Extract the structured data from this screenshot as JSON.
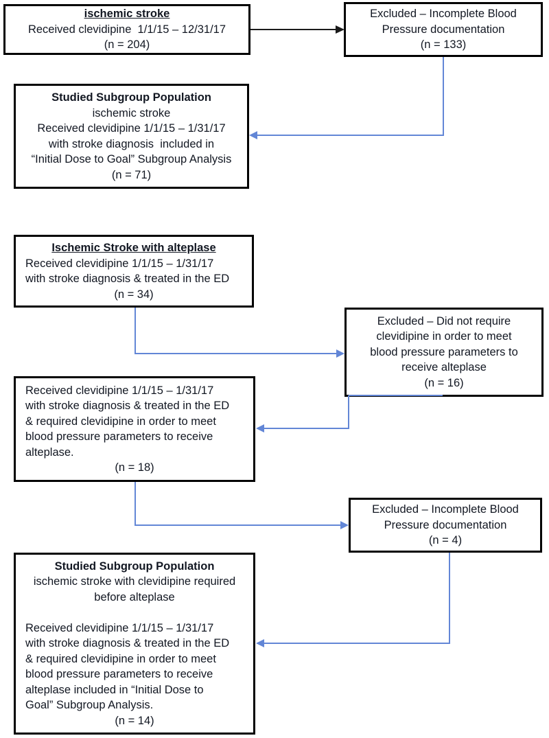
{
  "title": "Clevidipine ischemic stroke subgroup flow diagram",
  "colors": {
    "arrow_blue": "#6286d6",
    "arrow_black": "#1a1a1a",
    "box_border": "#000000",
    "background": "#ffffff",
    "text": "#121722"
  },
  "counts": {
    "cohort": 204,
    "excluded_incomplete_bp": 133,
    "studied_subgroup": 71,
    "alteplase_cohort": 34,
    "excluded_not_required": 16,
    "required_clevidipine": 18,
    "excluded_incomplete_bp_2": 4,
    "final_studied_subgroup": 14
  },
  "boxes": {
    "cohort": {
      "lines": [
        "ischemic stroke",
        "Received clevidipine  1/1/15 – 12/31/17",
        "(n = 204)"
      ]
    },
    "excluded_bp": {
      "lines": [
        "Excluded – Incomplete Blood",
        "Pressure documentation",
        "(n = 133)"
      ]
    },
    "studied_subgroup": {
      "lines": [
        "Studied Subgroup Population",
        "ischemic stroke",
        "Received clevidipine 1/1/15 – 1/31/17",
        "with stroke diagnosis  included in",
        "“Initial Dose to Goal” Subgroup Analysis",
        "(n = 71)"
      ]
    },
    "alteplase_cohort": {
      "lines": [
        "Ischemic Stroke with alteplase",
        "Received clevidipine 1/1/15 – 1/31/17",
        "with stroke diagnosis & treated in the ED",
        "(n = 34)"
      ]
    },
    "excluded_not_required": {
      "lines": [
        "Excluded – Did not require",
        "clevidipine in order to meet",
        "blood pressure parameters to",
        "receive alteplase",
        "(n = 16)"
      ]
    },
    "required_clevidipine": {
      "lines": [
        "Received clevidipine 1/1/15 – 1/31/17",
        "with stroke diagnosis & treated in the ED",
        "& required clevidipine in order to meet",
        "blood pressure parameters to receive",
        "alteplase.",
        "(n = 18)"
      ]
    },
    "excluded_bp_2": {
      "lines": [
        "Excluded – Incomplete Blood",
        "Pressure documentation",
        "(n = 4)"
      ]
    },
    "final_subgroup": {
      "lines": [
        "Studied Subgroup Population",
        "ischemic stroke with clevidipine required",
        "before alteplase",
        "",
        "Received clevidipine 1/1/15 – 1/31/17",
        "with stroke diagnosis & treated in the ED",
        "& required clevidipine in order to meet",
        "blood pressure parameters to receive",
        "alteplase included in “Initial Dose to",
        "Goal” Subgroup Analysis.",
        "(n = 14)"
      ]
    }
  }
}
